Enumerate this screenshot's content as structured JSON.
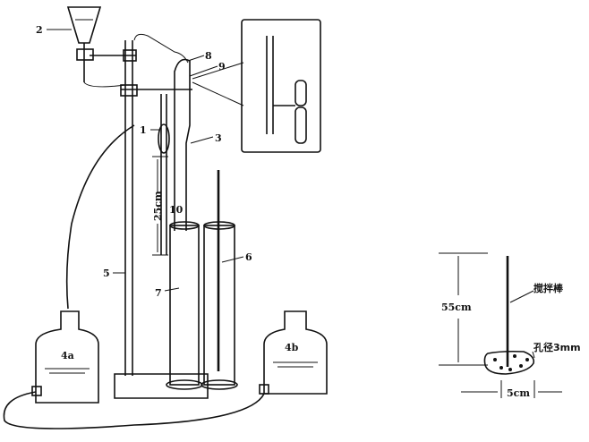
{
  "labels": {
    "funnel": "2",
    "part8": "8",
    "part9": "9",
    "part1": "1",
    "part3": "3",
    "height_left": "25cm",
    "part10": "10",
    "cylinder6": "6",
    "stand5": "5",
    "tube7": "7",
    "bottle_a": "4a",
    "bottle_b": "4b"
  },
  "stirrer": {
    "height": "55cm",
    "name": "搅拌棒",
    "hole": "孔径3mm",
    "width": "5cm"
  }
}
